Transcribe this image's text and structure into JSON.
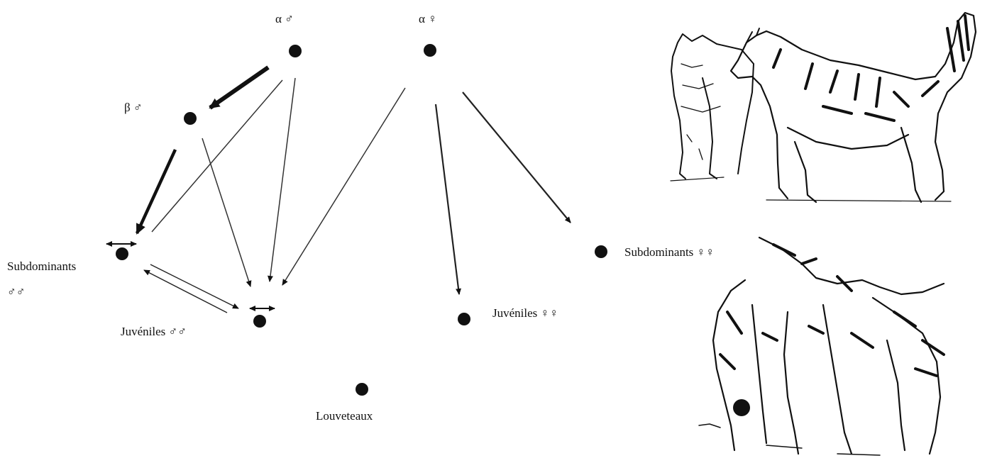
{
  "diagram": {
    "nodes": {
      "alpha_male": {
        "label": "α ♂"
      },
      "alpha_female": {
        "label": "α ♀"
      },
      "beta_male": {
        "label": "β ♂"
      },
      "subdominant_males": {
        "label_line1": "Subdominants",
        "label_line2": "♂♂"
      },
      "juvenile_males": {
        "label": "Juvéniles ♂♂"
      },
      "subdominant_females": {
        "label": "Subdominants ♀♀"
      },
      "juvenile_females": {
        "label": "Juvéniles ♀♀"
      },
      "cubs": {
        "label": "Louveteaux"
      }
    },
    "edges": [
      {
        "from": "alpha_male",
        "to": "beta_male",
        "weight": "heavy"
      },
      {
        "from": "alpha_male",
        "to": "subdominant_males",
        "weight": "light"
      },
      {
        "from": "alpha_male",
        "to": "juvenile_males",
        "weight": "light"
      },
      {
        "from": "beta_male",
        "to": "subdominant_males",
        "weight": "heavy"
      },
      {
        "from": "beta_male",
        "to": "juvenile_males",
        "weight": "light"
      },
      {
        "from": "subdominant_males",
        "to": "juvenile_males",
        "weight": "double"
      },
      {
        "from": "alpha_female",
        "to": "juvenile_males",
        "weight": "light"
      },
      {
        "from": "alpha_female",
        "to": "juvenile_females",
        "weight": "medium"
      },
      {
        "from": "alpha_female",
        "to": "subdominant_females",
        "weight": "medium"
      }
    ]
  },
  "illustrations": [
    {
      "icon": "two-wolves-standing-icon"
    },
    {
      "icon": "wolf-group-icon"
    }
  ]
}
